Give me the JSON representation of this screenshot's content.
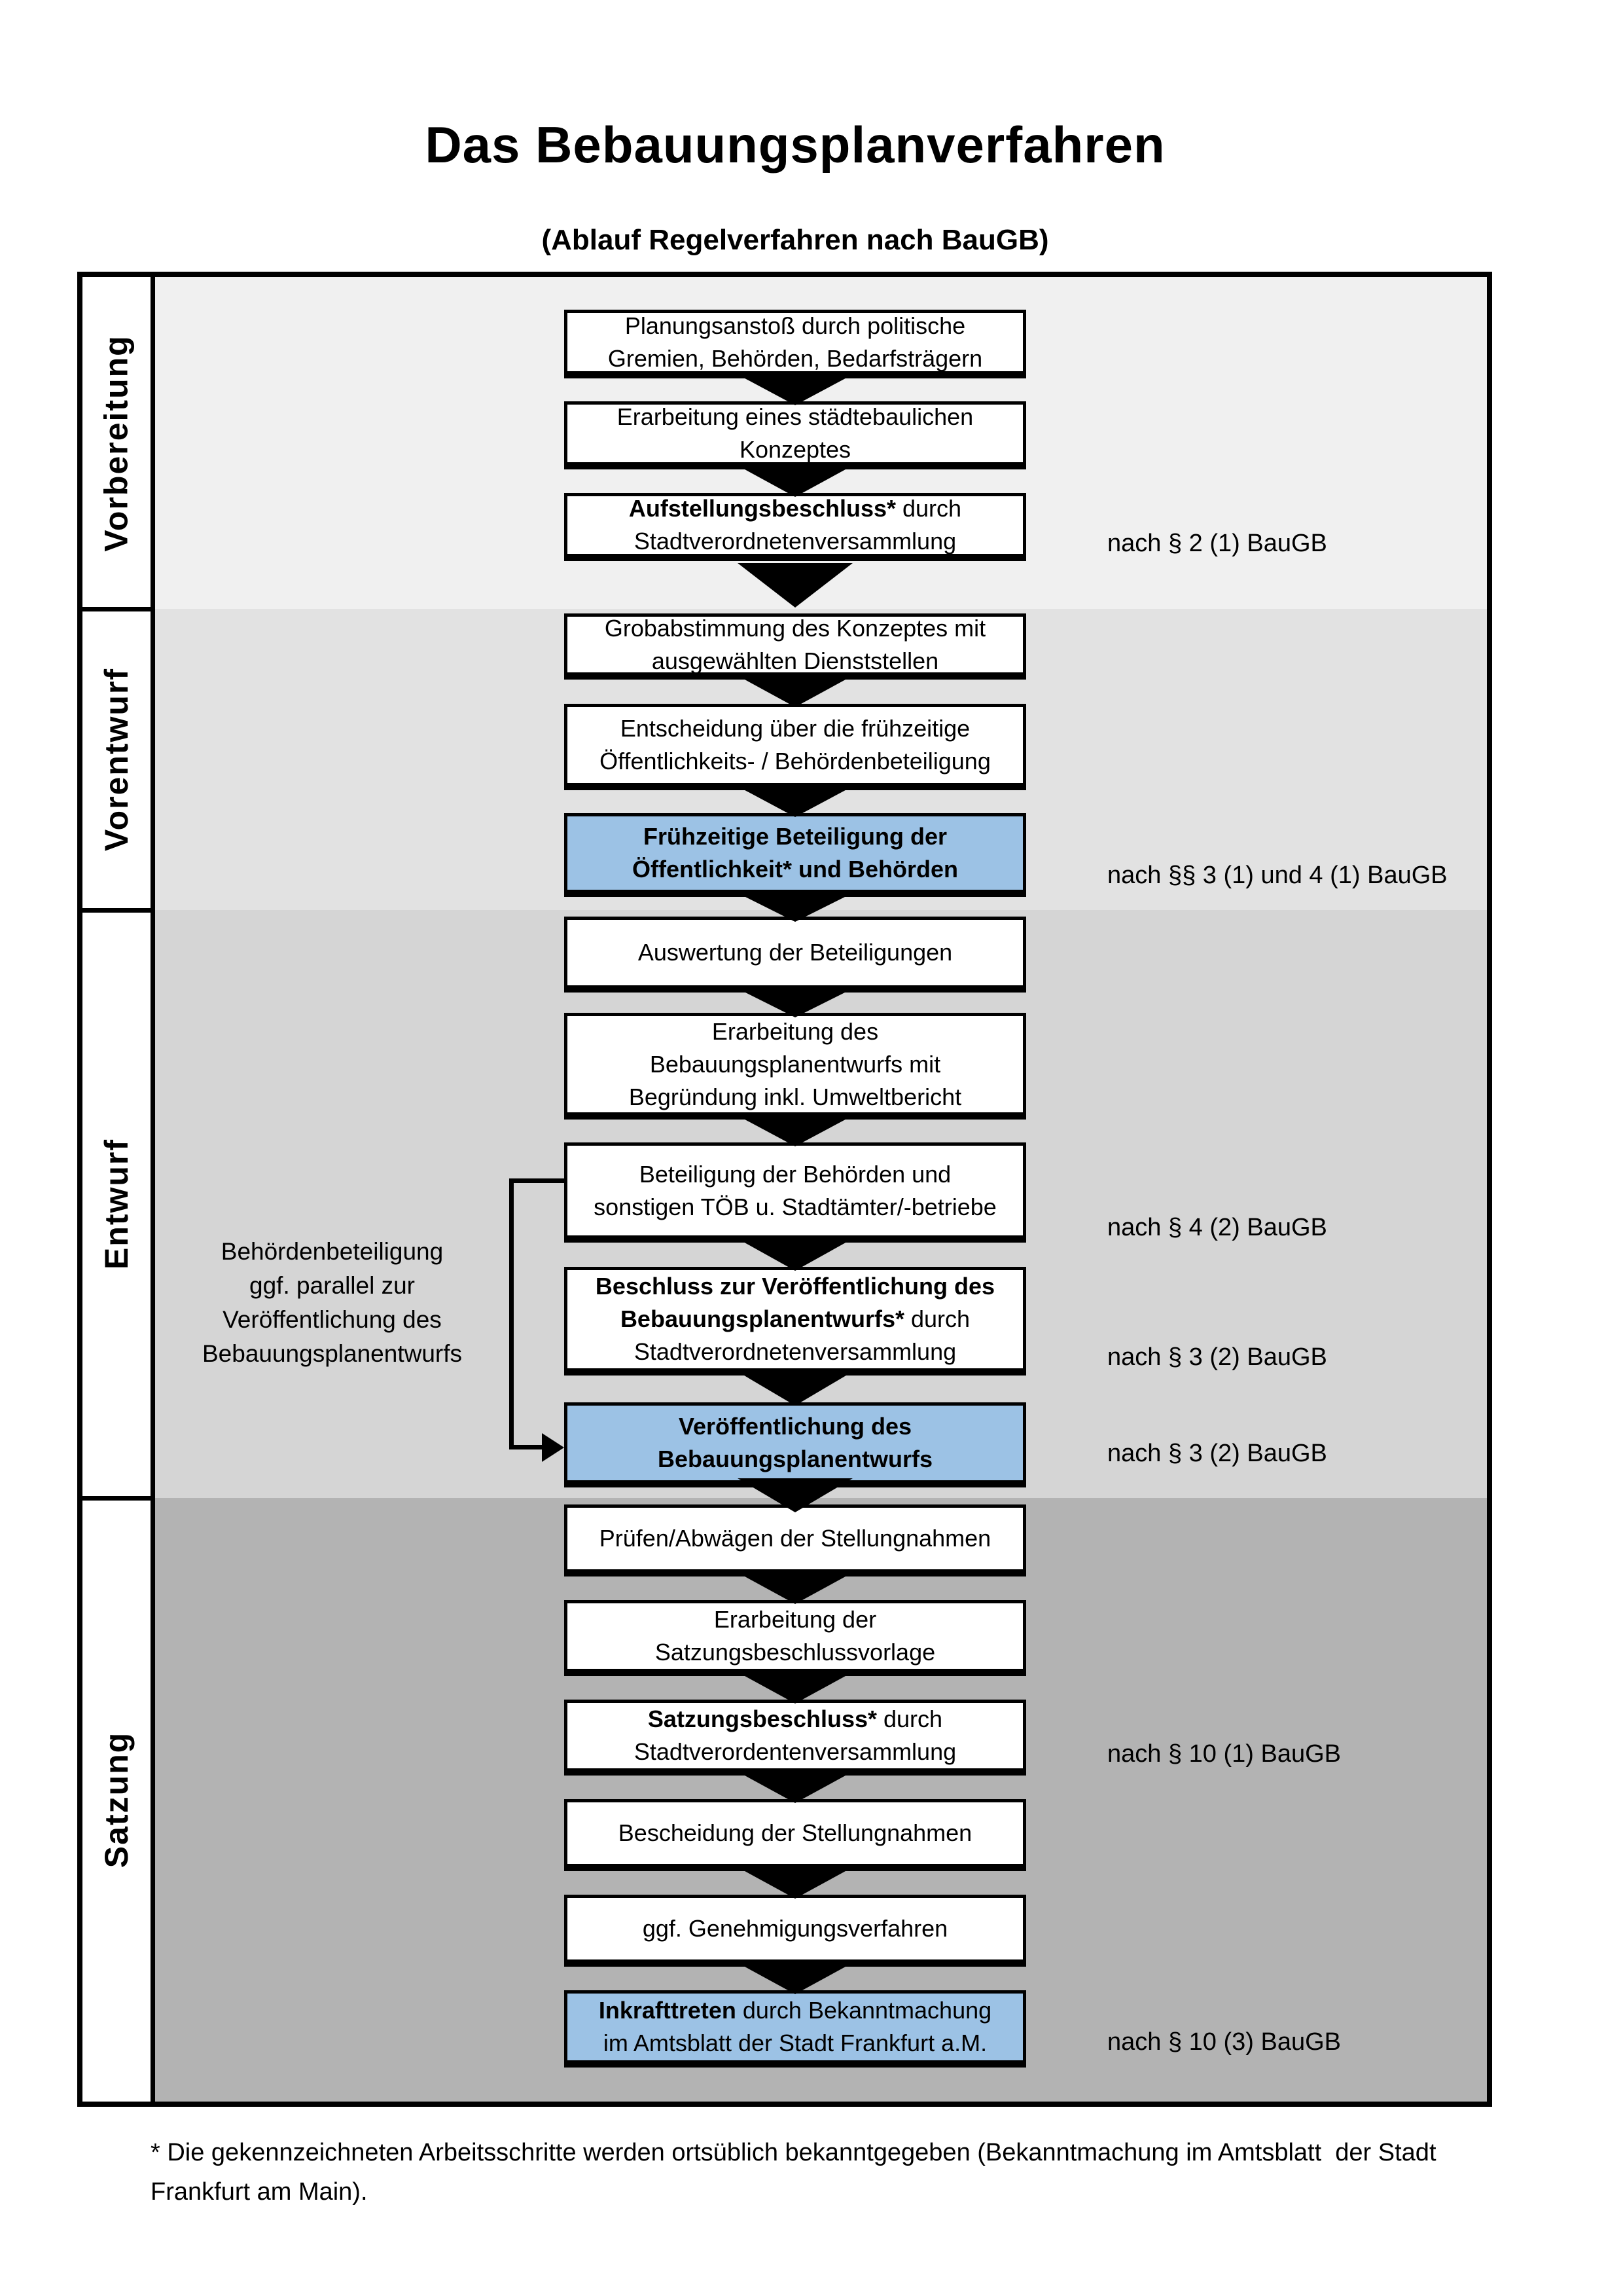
{
  "title": "Das Bebauungsplanverfahren",
  "subtitle": "(Ablauf Regelverfahren nach BauGB)",
  "colors": {
    "band_vorbereitung": "#f0f0f0",
    "band_vorentwurf": "#e2e2e2",
    "band_entwurf": "#d5d5d5",
    "band_satzung": "#b3b3b3",
    "box_fill": "#ffffff",
    "box_highlight_fill": "#9cc2e5",
    "line": "#000000"
  },
  "phases": [
    {
      "label": "Vorbereitung"
    },
    {
      "label": "Vorentwurf"
    },
    {
      "label": "Entwurf"
    },
    {
      "label": "Satzung"
    }
  ],
  "steps": [
    {
      "id": "planungsanstoss",
      "phase": "Vorbereitung",
      "highlight": false,
      "note": "",
      "lines": [
        [
          {
            "text": "Planungsanstoß durch politische",
            "bold": false
          }
        ],
        [
          {
            "text": "Gremien, Behörden, Bedarfsträgern",
            "bold": false
          }
        ]
      ]
    },
    {
      "id": "staedtebauliches-konzept",
      "phase": "Vorbereitung",
      "highlight": false,
      "note": "",
      "lines": [
        [
          {
            "text": "Erarbeitung eines städtebaulichen",
            "bold": false
          }
        ],
        [
          {
            "text": "Konzeptes",
            "bold": false
          }
        ]
      ]
    },
    {
      "id": "aufstellungsbeschluss",
      "phase": "Vorbereitung",
      "highlight": false,
      "note": "nach § 2 (1) BauGB",
      "lines": [
        [
          {
            "text": "Aufstellungsbeschluss*",
            "bold": true
          },
          {
            "text": " durch",
            "bold": false
          }
        ],
        [
          {
            "text": "Stadtverordnetenversammlung",
            "bold": false
          }
        ]
      ]
    },
    {
      "id": "grobabstimmung",
      "phase": "Vorentwurf",
      "highlight": false,
      "note": "",
      "lines": [
        [
          {
            "text": "Grobabstimmung des Konzeptes mit",
            "bold": false
          }
        ],
        [
          {
            "text": "ausgewählten Dienststellen",
            "bold": false
          }
        ]
      ]
    },
    {
      "id": "entscheidung-fruehzeitige-beteiligung",
      "phase": "Vorentwurf",
      "highlight": false,
      "note": "",
      "lines": [
        [
          {
            "text": "Entscheidung über die frühzeitige",
            "bold": false
          }
        ],
        [
          {
            "text": "Öffentlichkeits- / Behördenbeteiligung",
            "bold": false
          }
        ]
      ]
    },
    {
      "id": "fruehzeitige-beteiligung",
      "phase": "Vorentwurf",
      "highlight": true,
      "note": "nach §§ 3 (1) und 4 (1) BauGB",
      "lines": [
        [
          {
            "text": "Frühzeitige Beteiligung der",
            "bold": true
          }
        ],
        [
          {
            "text": "Öffentlichkeit* und Behörden",
            "bold": true
          }
        ]
      ]
    },
    {
      "id": "auswertung-beteiligungen",
      "phase": "Entwurf",
      "highlight": false,
      "note": "",
      "lines": [
        [
          {
            "text": "Auswertung der Beteiligungen",
            "bold": false
          }
        ]
      ]
    },
    {
      "id": "erarbeitung-bebauungsplanentwurf",
      "phase": "Entwurf",
      "highlight": false,
      "note": "",
      "lines": [
        [
          {
            "text": "Erarbeitung des",
            "bold": false
          }
        ],
        [
          {
            "text": "Bebauungsplanentwurfs mit",
            "bold": false
          }
        ],
        [
          {
            "text": "Begründung inkl. Umweltbericht",
            "bold": false
          }
        ]
      ]
    },
    {
      "id": "beteiligung-behoerden-toeb",
      "phase": "Entwurf",
      "highlight": false,
      "note": "nach § 4 (2) BauGB",
      "lines": [
        [
          {
            "text": "Beteiligung der Behörden und",
            "bold": false
          }
        ],
        [
          {
            "text": "sonstigen TÖB u. Stadtämter/-betriebe",
            "bold": false
          }
        ]
      ]
    },
    {
      "id": "beschluss-veroeffentlichung",
      "phase": "Entwurf",
      "highlight": false,
      "note": "nach § 3 (2) BauGB",
      "lines": [
        [
          {
            "text": "Beschluss zur Veröffentlichung des",
            "bold": true
          }
        ],
        [
          {
            "text": "Bebauungsplanentwurfs*",
            "bold": true
          },
          {
            "text": " durch",
            "bold": false
          }
        ],
        [
          {
            "text": "Stadtverordnetenversammlung",
            "bold": false
          }
        ]
      ]
    },
    {
      "id": "veroeffentlichung-entwurf",
      "phase": "Entwurf",
      "highlight": true,
      "note": "nach § 3 (2) BauGB",
      "lines": [
        [
          {
            "text": "Veröffentlichung des",
            "bold": true
          }
        ],
        [
          {
            "text": "Bebauungsplanentwurfs",
            "bold": true
          }
        ]
      ]
    },
    {
      "id": "pruefen-abwaegen-stellungnahmen",
      "phase": "Satzung",
      "highlight": false,
      "note": "",
      "lines": [
        [
          {
            "text": "Prüfen/Abwägen der Stellungnahmen",
            "bold": false
          }
        ]
      ]
    },
    {
      "id": "erarbeitung-satzungsbeschlussvorlage",
      "phase": "Satzung",
      "highlight": false,
      "note": "",
      "lines": [
        [
          {
            "text": "Erarbeitung der",
            "bold": false
          }
        ],
        [
          {
            "text": "Satzungsbeschlussvorlage",
            "bold": false
          }
        ]
      ]
    },
    {
      "id": "satzungsbeschluss",
      "phase": "Satzung",
      "highlight": false,
      "note": "nach § 10 (1) BauGB",
      "lines": [
        [
          {
            "text": "Satzungsbeschluss*",
            "bold": true
          },
          {
            "text": " durch",
            "bold": false
          }
        ],
        [
          {
            "text": "Stadtverordentenversammlung",
            "bold": false
          }
        ]
      ]
    },
    {
      "id": "bescheidung-stellungnahmen",
      "phase": "Satzung",
      "highlight": false,
      "note": "",
      "lines": [
        [
          {
            "text": "Bescheidung der Stellungnahmen",
            "bold": false
          }
        ]
      ]
    },
    {
      "id": "genehmigungsverfahren",
      "phase": "Satzung",
      "highlight": false,
      "note": "",
      "lines": [
        [
          {
            "text": "ggf. Genehmigungsverfahren",
            "bold": false
          }
        ]
      ]
    },
    {
      "id": "inkrafttreten",
      "phase": "Satzung",
      "highlight": true,
      "note": "nach § 10 (3) BauGB",
      "lines": [
        [
          {
            "text": "Inkrafttreten",
            "bold": true
          },
          {
            "text": " durch Bekanntmachung",
            "bold": false
          }
        ],
        [
          {
            "text": "im Amtsblatt der Stadt Frankfurt a.M.",
            "bold": false
          }
        ]
      ]
    }
  ],
  "side_note": {
    "lines": [
      "Behördenbeteiligung",
      "ggf. parallel zur",
      "Veröffentlichung des",
      "Bebauungsplanentwurfs"
    ]
  },
  "footnote": {
    "line1": "* Die gekennzeichneten Arbeitsschritte werden ortsüblich bekanntgegeben (Bekanntmachung im Amtsblatt  der Stadt",
    "line2": "Frankfurt am Main)."
  }
}
